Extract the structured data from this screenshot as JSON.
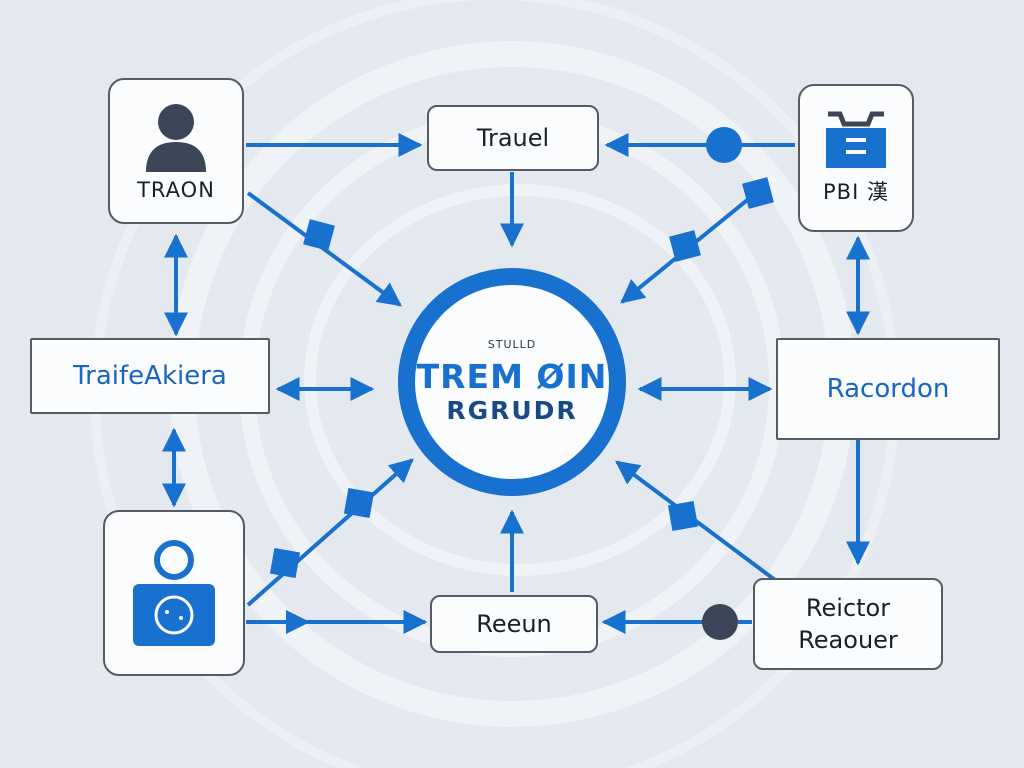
{
  "colors": {
    "accent": "#1870cf",
    "background": "#e4e8ef",
    "node_border": "#565b63",
    "dark_dot": "#3c4558"
  },
  "center": {
    "small": "STULLD",
    "line1": "TREM ØIN",
    "line2": "RGRUDR"
  },
  "nodes": {
    "top_left": {
      "label": "TRAON",
      "icon": "person-icon"
    },
    "top_center": {
      "label": "Trauel"
    },
    "top_right": {
      "label": "PBI 漢",
      "icon": "clipboard-icon"
    },
    "mid_left": {
      "label": "TraifeAkiera"
    },
    "mid_right": {
      "label": "Racordon"
    },
    "bottom_left": {
      "icon": "user-badge-icon"
    },
    "bottom_center": {
      "label": "Reeun"
    },
    "bottom_right": {
      "line1": "Reictor",
      "line2": "Reaouer"
    }
  }
}
